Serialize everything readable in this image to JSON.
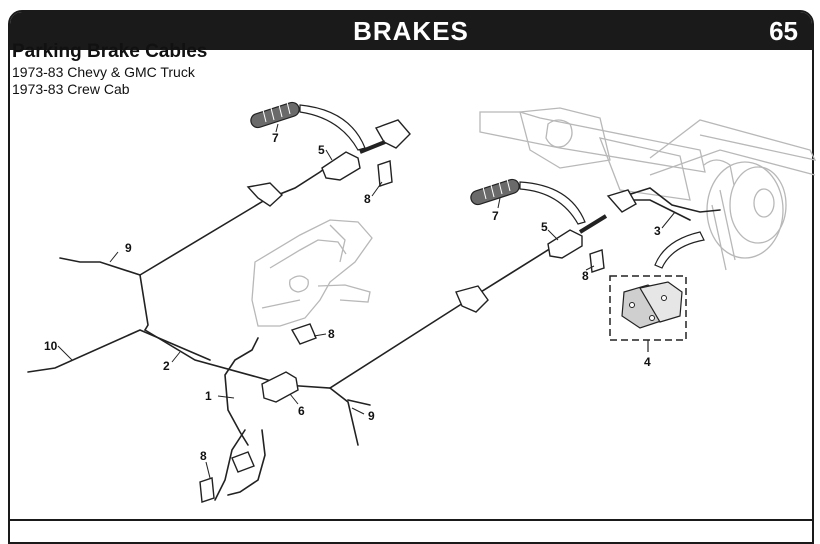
{
  "header": {
    "title": "BRAKES",
    "page_number": "65"
  },
  "section": {
    "title": "Parking Brake Cables",
    "applications": [
      "1973-83  Chevy & GMC Truck",
      "1973-83  Crew Cab"
    ]
  },
  "callouts": {
    "c1": "1",
    "c2": "2",
    "c3": "3",
    "c4": "4",
    "c5a": "5",
    "c5b": "5",
    "c6": "6",
    "c7a": "7",
    "c7b": "7",
    "c8a": "8",
    "c8b": "8",
    "c8c": "8",
    "c8d": "8",
    "c9a": "9",
    "c9b": "9",
    "c10": "10"
  },
  "colors": {
    "header_bg": "#1a1a1a",
    "line": "#222222",
    "ghost": "#b8b8b8"
  }
}
